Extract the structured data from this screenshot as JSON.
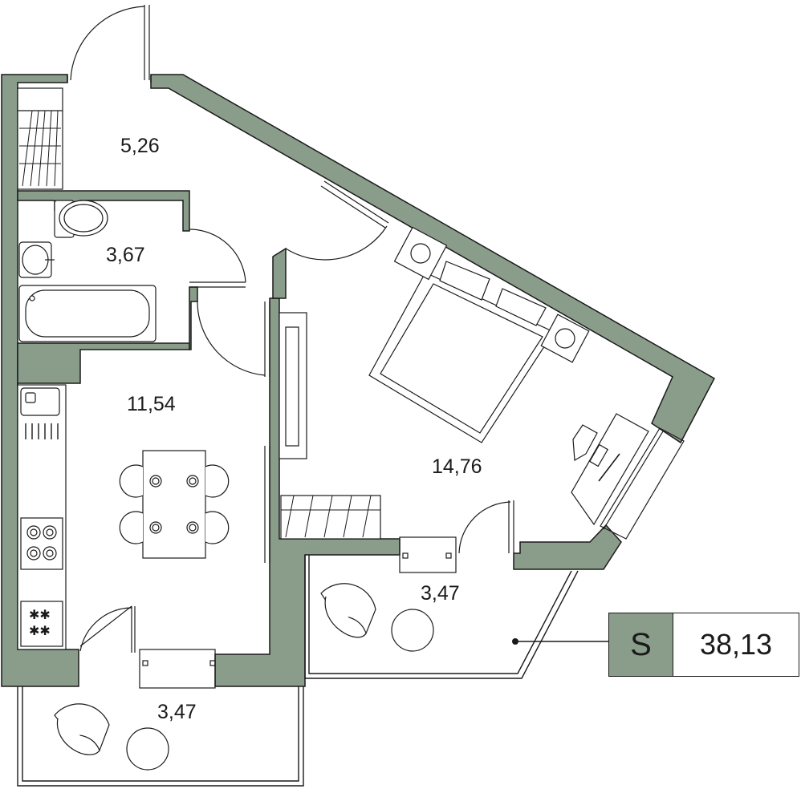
{
  "plan": {
    "wall_color": "#8a9d8b",
    "line_color": "#1a1a1a",
    "rooms": [
      {
        "id": "hall",
        "area": "5,26"
      },
      {
        "id": "bathroom",
        "area": "3,67"
      },
      {
        "id": "kitchen",
        "area": "11,54"
      },
      {
        "id": "bedroom",
        "area": "14,76"
      },
      {
        "id": "balcony-right",
        "area": "3,47"
      },
      {
        "id": "balcony-bottom",
        "area": "3,47"
      }
    ]
  },
  "legend": {
    "key": "S",
    "total_area": "38,13"
  }
}
